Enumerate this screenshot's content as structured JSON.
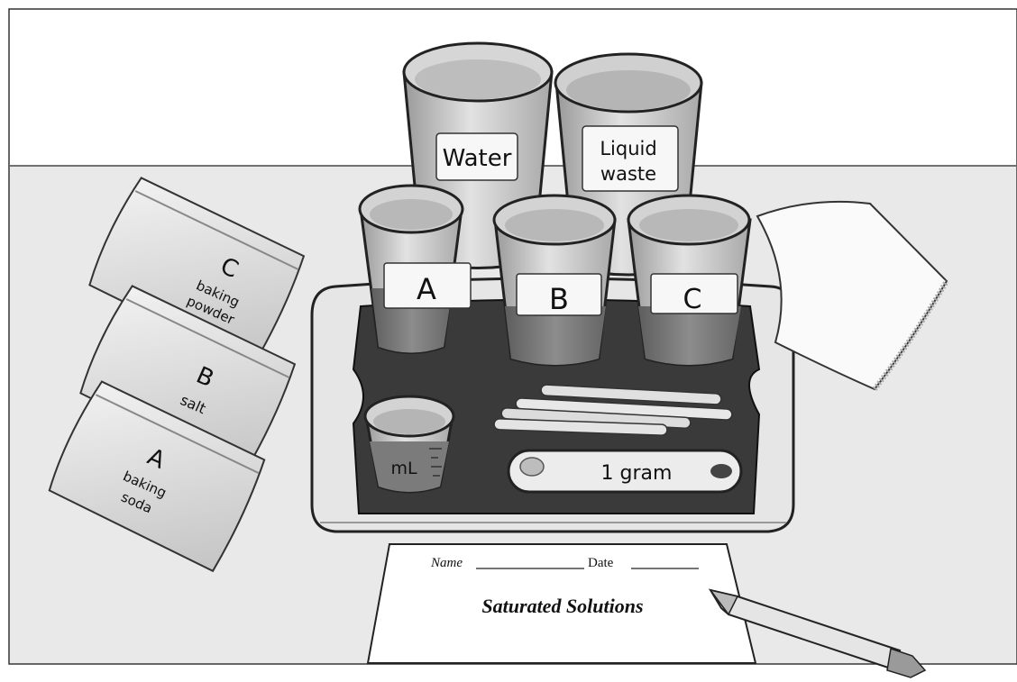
{
  "cups": {
    "water_label": "Water",
    "waste_label_line1": "Liquid",
    "waste_label_line2": "waste",
    "a_label": "A",
    "b_label": "B",
    "c_label": "C"
  },
  "bags": {
    "c": {
      "letter": "C",
      "line1": "baking",
      "line2": "powder"
    },
    "b": {
      "letter": "B",
      "line1": "salt"
    },
    "a": {
      "letter": "A",
      "line1": "baking",
      "line2": "soda"
    }
  },
  "measuring_cup": {
    "unit": "mL"
  },
  "scoop": {
    "label": "1 gram"
  },
  "worksheet": {
    "name_label": "Name",
    "date_label": "Date",
    "title": "Saturated Solutions"
  }
}
